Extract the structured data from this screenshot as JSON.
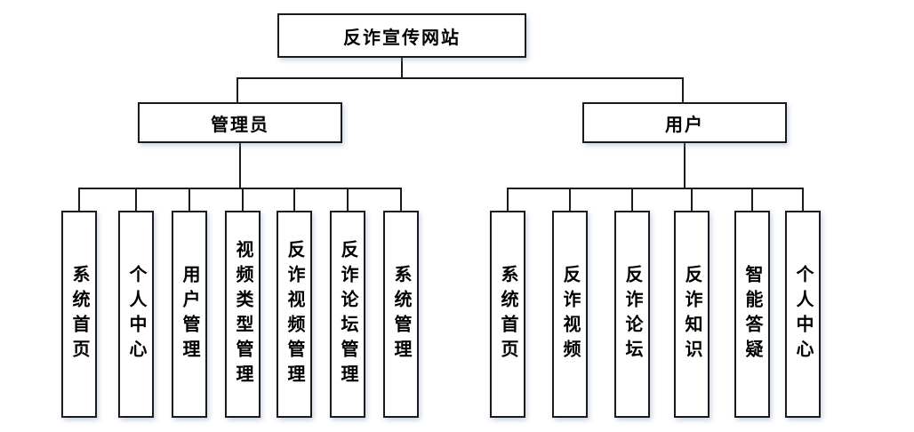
{
  "diagram": {
    "type": "org-tree",
    "title": "反诈宣传网站",
    "colors": {
      "background": "#ffffff",
      "line": "#1a1a1a",
      "box_border": "#1a1a1a",
      "box_fill": "#ffffff",
      "text": "#000000"
    },
    "tree": {
      "root": {
        "label": "反诈宣传网站"
      },
      "branches": [
        {
          "label": "管理员",
          "children": [
            {
              "label": "系统首页"
            },
            {
              "label": "个人中心"
            },
            {
              "label": "用户管理"
            },
            {
              "label": "视频类型管理"
            },
            {
              "label": "反诈视频管理"
            },
            {
              "label": "反诈论坛管理"
            },
            {
              "label": "系统管理"
            }
          ]
        },
        {
          "label": "用户",
          "children": [
            {
              "label": "系统首页"
            },
            {
              "label": "反诈视频"
            },
            {
              "label": "反诈论坛"
            },
            {
              "label": "反诈知识"
            },
            {
              "label": "智能答疑"
            },
            {
              "label": "个人中心"
            }
          ]
        }
      ]
    }
  }
}
